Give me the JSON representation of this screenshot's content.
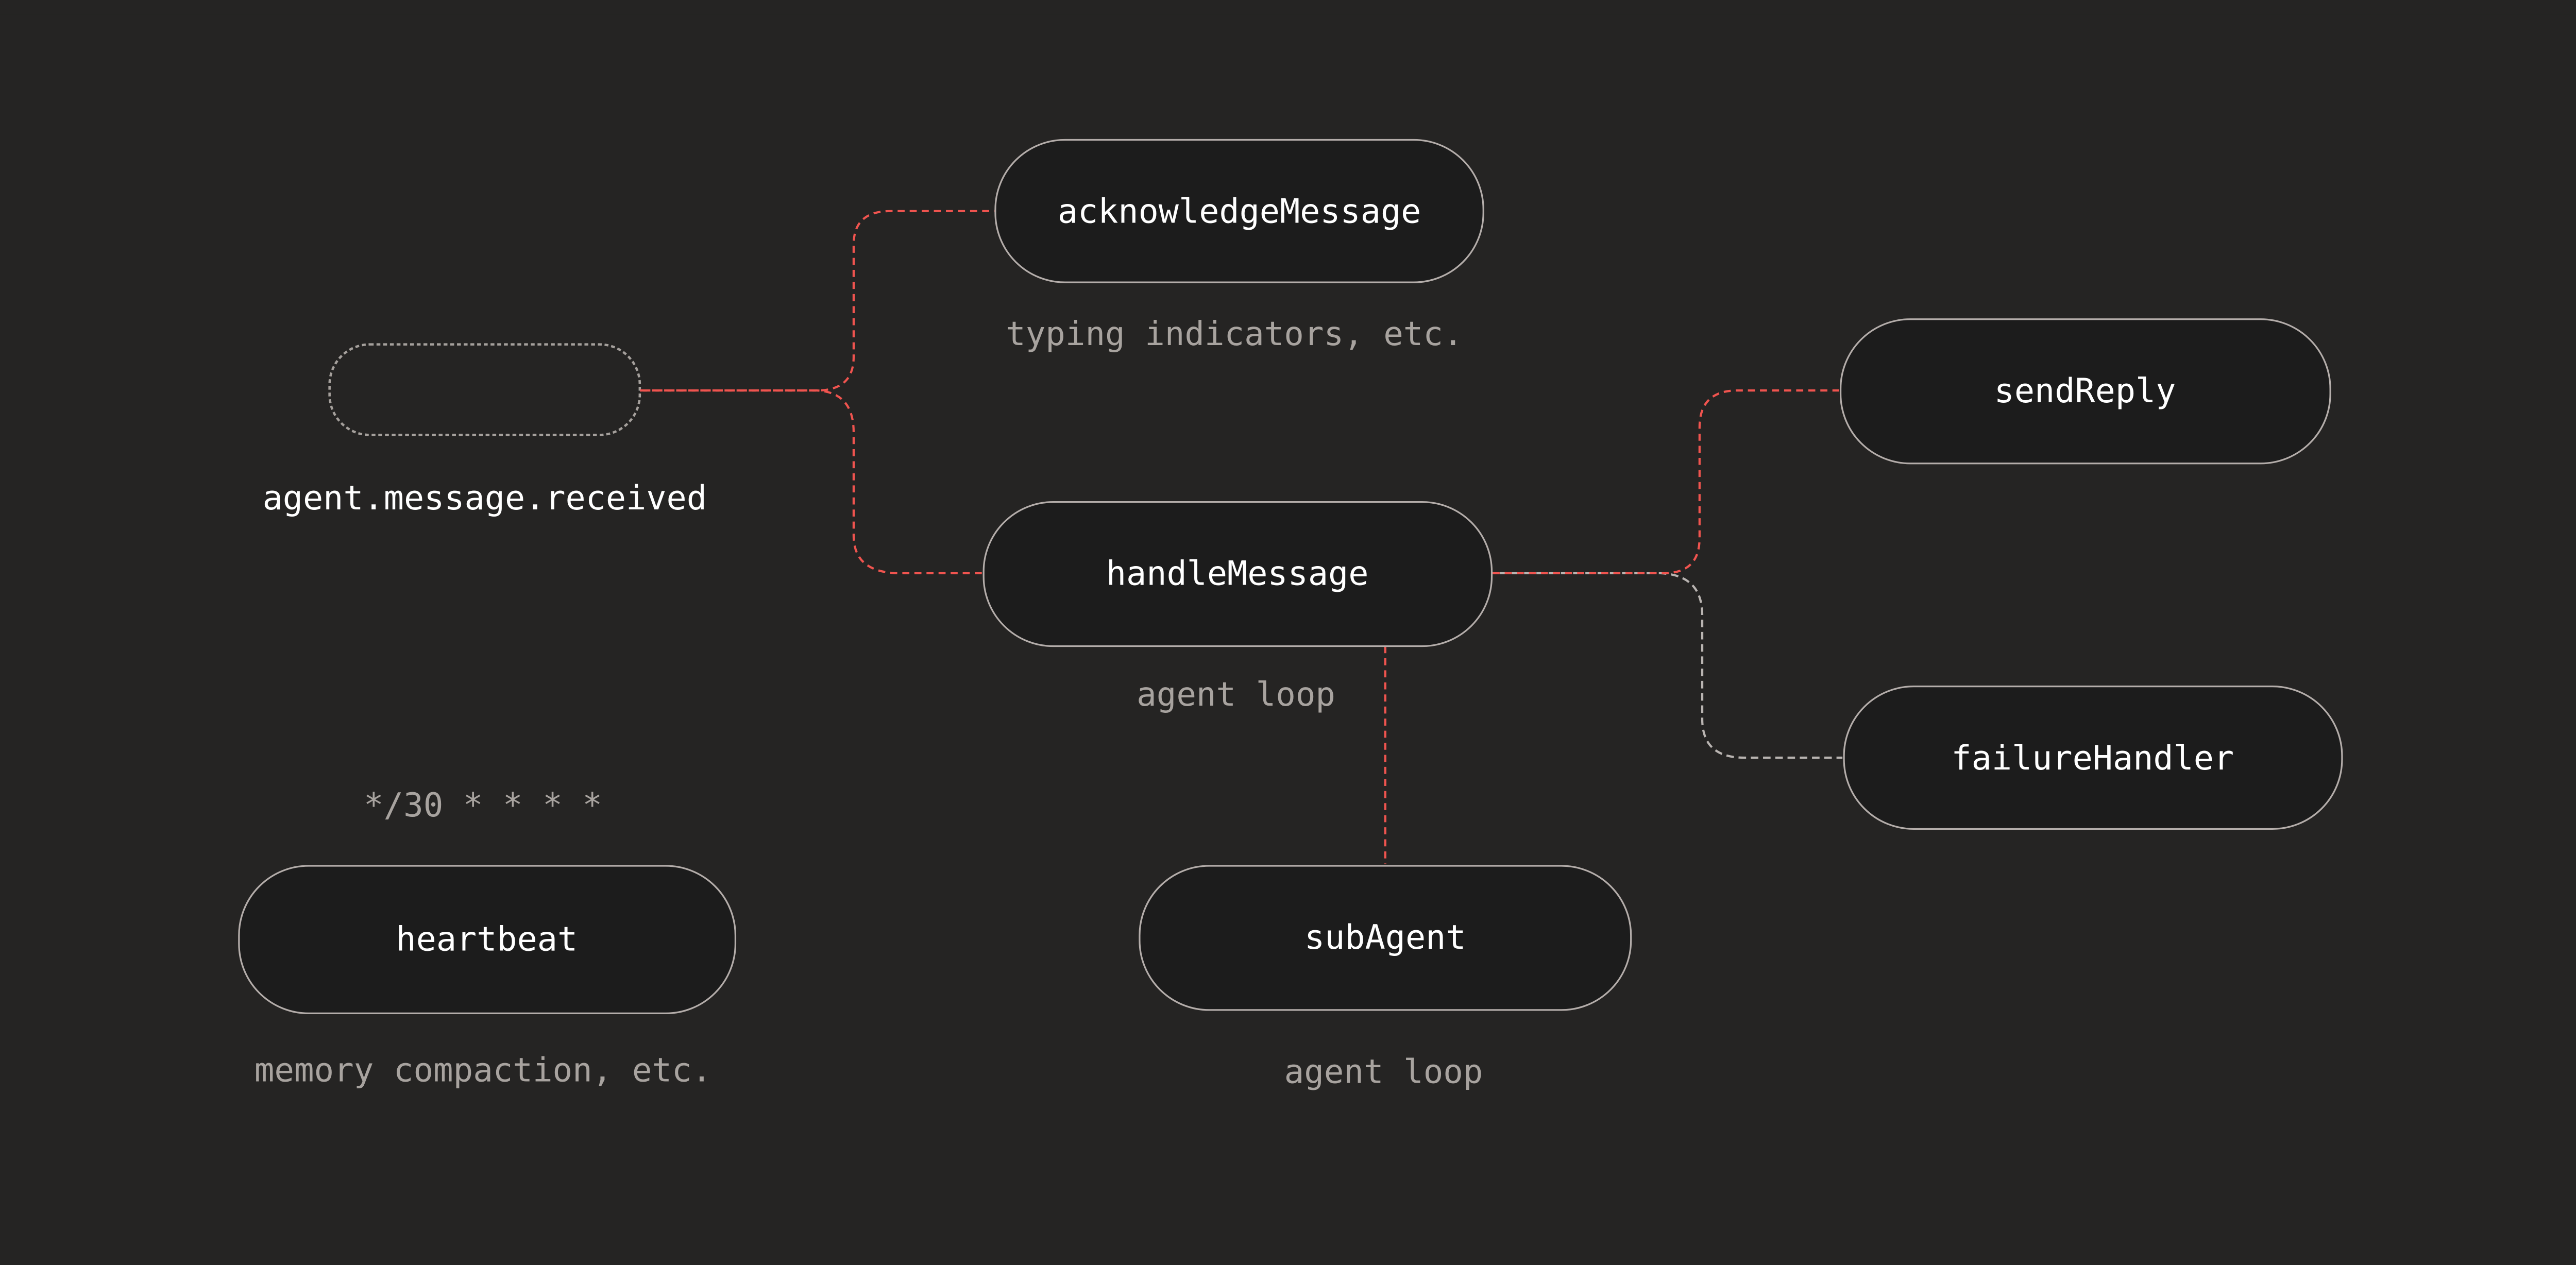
{
  "colors": {
    "bg": "#252423",
    "node_fill": "#1c1c1c",
    "node_border": "#b4adaa",
    "ghost_border": "#a5a09c",
    "edge_red": "#f0544f",
    "edge_gray": "#b9b4b1",
    "text_primary": "#ffffff",
    "text_muted": "#a8a39f"
  },
  "nodes": {
    "trigger": {
      "caption": "agent.message.received"
    },
    "acknowledge_message": {
      "label": "acknowledgeMessage",
      "caption": "typing indicators, etc."
    },
    "handle_message": {
      "label": "handleMessage",
      "caption": "agent loop"
    },
    "send_reply": {
      "label": "sendReply"
    },
    "failure_handler": {
      "label": "failureHandler"
    },
    "heartbeat": {
      "label": "heartbeat",
      "schedule": "*/30 * * * *",
      "caption": "memory compaction, etc."
    },
    "sub_agent": {
      "label": "subAgent",
      "caption": "agent loop"
    }
  },
  "edges": [
    {
      "from": "trigger",
      "to": "acknowledge_message",
      "style": "red-dashed"
    },
    {
      "from": "trigger",
      "to": "handle_message",
      "style": "red-dashed"
    },
    {
      "from": "handle_message",
      "to": "send_reply",
      "style": "red-dashed"
    },
    {
      "from": "handle_message",
      "to": "failure_handler",
      "style": "gray-dashed"
    },
    {
      "from": "handle_message",
      "to": "sub_agent",
      "style": "red-dashed"
    }
  ]
}
